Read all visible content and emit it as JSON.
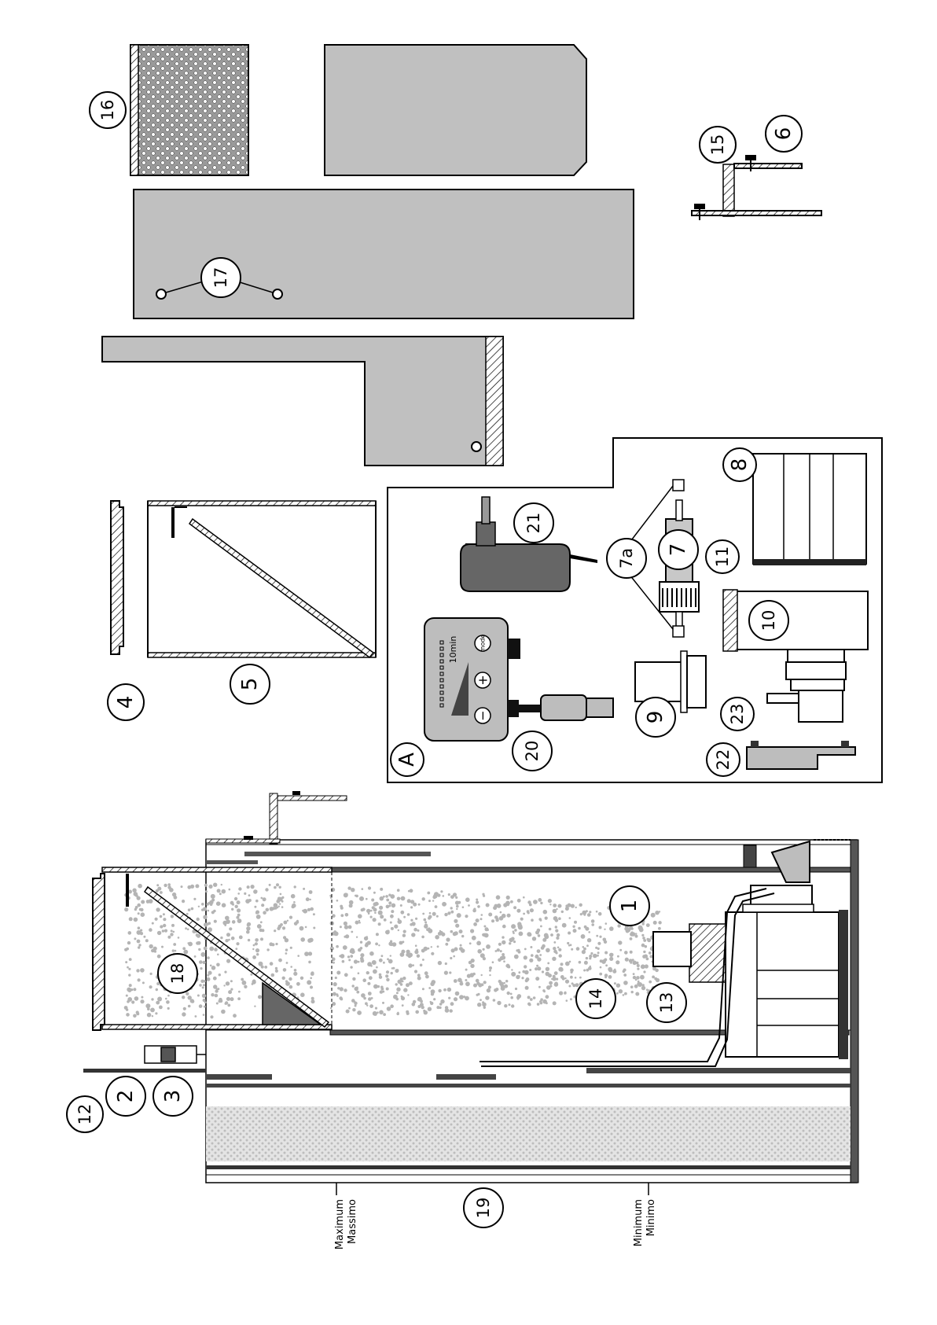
{
  "callouts": [
    "1",
    "2",
    "3",
    "4",
    "5",
    "6",
    "7",
    "7a",
    "8",
    "9",
    "10",
    "11",
    "12",
    "13",
    "14",
    "15",
    "16",
    "17",
    "18",
    "19",
    "20",
    "21",
    "22",
    "23",
    "A"
  ],
  "level_labels": {
    "max_line1": "Maximum",
    "max_line2": "Massimo",
    "min_line1": "Minimum",
    "min_line2": "Minimo"
  },
  "controller": {
    "minus": "−",
    "plus": "+",
    "timer": "10min",
    "mode": "mode"
  },
  "colors": {
    "panel": "#c0c0c0",
    "dark": "#555555",
    "bubbles": "#b4b4b4",
    "line": "#000000"
  }
}
